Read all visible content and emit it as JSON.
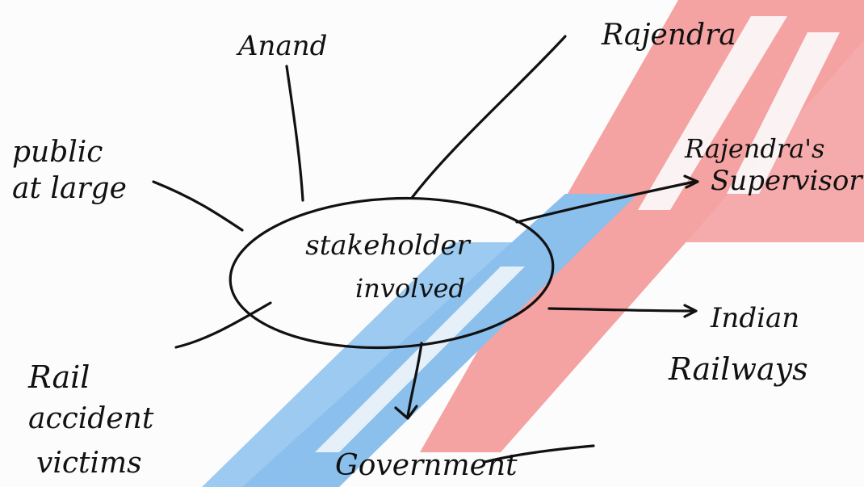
{
  "center": {
    "line1": "stakeholder",
    "line2": "involved"
  },
  "stakeholders": [
    {
      "id": "anand",
      "lines": [
        "Anand"
      ]
    },
    {
      "id": "rajendra",
      "lines": [
        "Rajendra"
      ]
    },
    {
      "id": "rajendra-supervisor",
      "lines": [
        "Rajendra's",
        "Supervisor"
      ]
    },
    {
      "id": "indian-railways",
      "lines": [
        "Indian",
        "Railways"
      ]
    },
    {
      "id": "government",
      "lines": [
        "Government"
      ]
    },
    {
      "id": "rail-accident-victims",
      "lines": [
        "Rail",
        "accident",
        "victims"
      ]
    },
    {
      "id": "public-at-large",
      "lines": [
        "public",
        "at large"
      ]
    }
  ],
  "colors": {
    "ink": "#111111",
    "watermark_red": "#f05a5a",
    "watermark_blue": "#2f8fe0"
  }
}
